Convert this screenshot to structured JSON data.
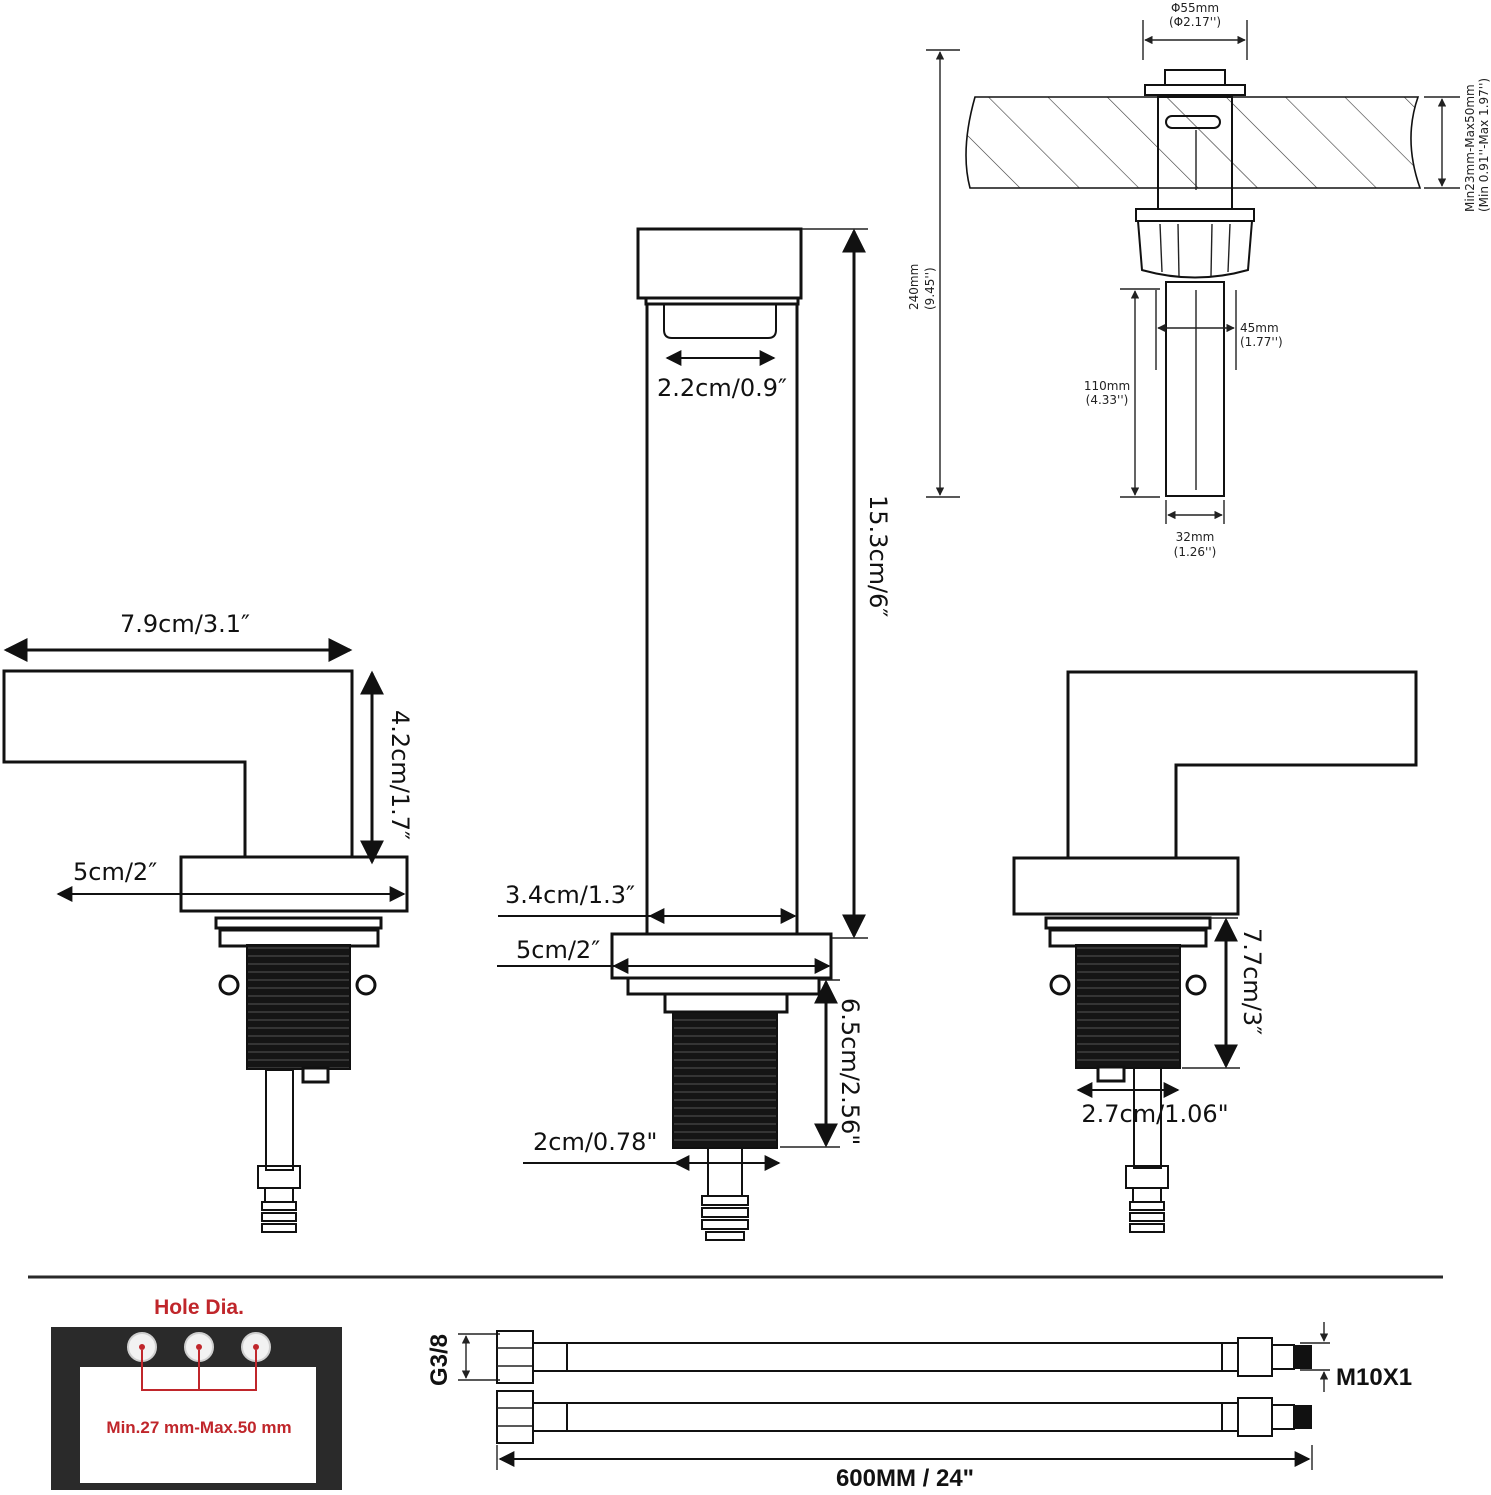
{
  "colors": {
    "line": "#111111",
    "accent": "#c0262b",
    "panel": "#2a2a2a"
  },
  "left_handle": {
    "width_label": "7.9cm/3.1″",
    "height_label": "4.2cm/1.7″",
    "base_label": "5cm/2″"
  },
  "spout": {
    "aerator_label": "2.2cm/0.9″",
    "height_label": "15.3cm/6″",
    "body_width_label": "3.4cm/1.3″",
    "base_label": "5cm/2″",
    "shank_length_label": "6.5cm/2.56\"",
    "shank_dia_label": "2cm/0.78\""
  },
  "right_handle": {
    "height_label": "7.7cm/3″",
    "shank_dia_label": "2.7cm/1.06\""
  },
  "drain": {
    "cap_dia_mm": "Φ55mm",
    "cap_dia_in": "(Φ2.17'')",
    "total_mm": "240mm",
    "total_in": "(9.45'')",
    "counter_mm": "Min23mm-Max50mm",
    "counter_in": "(Min 0.91''-Max 1.97'')",
    "body_dia_mm": "45mm",
    "body_dia_in": "(1.77'')",
    "tail_len_mm": "110mm",
    "tail_len_in": "(4.33'')",
    "tail_dia_mm": "32mm",
    "tail_dia_in": "(1.26'')"
  },
  "hole": {
    "title": "Hole Dia.",
    "spacing_label": "Min.27 mm-Max.50 mm"
  },
  "hose": {
    "thread_in_label": "G3/8",
    "thread_out_label": "M10X1",
    "length_label": "600MM / 24\""
  }
}
